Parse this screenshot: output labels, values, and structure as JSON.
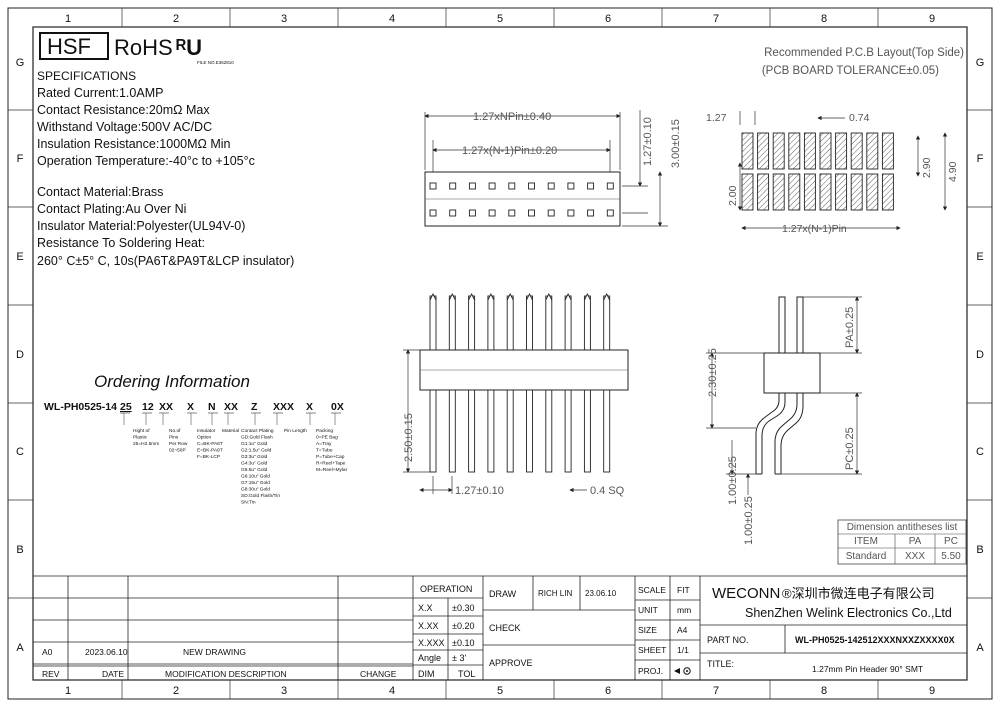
{
  "border": {
    "columns": [
      "1",
      "2",
      "3",
      "4",
      "5",
      "6",
      "7",
      "8",
      "9"
    ],
    "rows": [
      "G",
      "F",
      "E",
      "D",
      "C",
      "B",
      "A"
    ]
  },
  "logos": {
    "hsf": "HSF",
    "rohs": "RoHS",
    "ul": "ᴿU",
    "file_no": "FILE NO.E362810"
  },
  "specs": {
    "heading": "SPECIFICATIONS",
    "lines": [
      "Rated Current:1.0AMP",
      "Contact Resistance:20mΩ Max",
      "Withstand Voltage:500V AC/DC",
      "Insulation Resistance:1000MΩ Min",
      "Operation Temperature:-40°c to +105°c",
      "Contact Material:Brass",
      "Contact Plating:Au Over Ni",
      "Insulator Material:Polyester(UL94V-0)",
      "Resistance To Soldering Heat:",
      "260° C±5° C, 10s(PA6T&PA9T&LCP insulator)"
    ]
  },
  "pcb": {
    "title": "Recommended P.C.B Layout(Top Side)",
    "subtitle": "(PCB BOARD TOLERANCE±0.05)",
    "dims": [
      "1.27",
      "0.74",
      "2.90",
      "4.90",
      "2.00",
      "1.27x(N-1)Pin"
    ]
  },
  "top_view": {
    "dims": [
      "1.27xNPin±0.40",
      "1.27x(N-1)Pin±0.20",
      "1.27±0.10",
      "3.00±0.15"
    ]
  },
  "front_view": {
    "dims": [
      "2.50±0.15",
      "1.27±0.10",
      "0.4 SQ"
    ]
  },
  "side_view": {
    "dims": [
      "PA±0.25",
      "2.30±0.25",
      "PC±0.25",
      "1.00±0.25",
      "1.00±0.25"
    ]
  },
  "ordering": {
    "title": "Ordering Information",
    "code": [
      "WL-PH0525-14",
      "25",
      "12",
      "XX",
      "X",
      "N",
      "XX",
      "Z",
      "XXX",
      "X",
      "0X"
    ],
    "desc": {
      "height": [
        "Hight of",
        "Plastic",
        "25=H2.5mm"
      ],
      "pins": [
        "No.of",
        "Pins",
        "Per Row",
        "02~50P"
      ],
      "insulator": [
        "Insulator",
        "Option",
        "C=BK-PA6T",
        "E=BK-PA9T",
        "F=BK-LCP"
      ],
      "material": [
        "Material"
      ],
      "plating": [
        "Contact Plating",
        "GD:Gold Flash",
        "G1:1u\" Gold",
        "G2:1.5u\" Gold",
        "G3:3u\" Gold",
        "G4:3u\" Gold",
        "G5:5u\" Gold",
        "G6:10u\" Gold",
        "G7:15u\" Gold",
        "G8:30u\" Gold",
        "SD:Gold Flash/Tin",
        "SN:Tin"
      ],
      "length": [
        "Pin Length"
      ],
      "packing": [
        "Packing",
        "0=PE Bag",
        "A=Tray",
        "T=Tube",
        "P=Tube+Cap",
        "R=Reel+Tape",
        "M=Reel+Mylar"
      ]
    }
  },
  "dim_list": {
    "title": "Dimension antitheses list",
    "headers": [
      "ITEM",
      "PA",
      "PC"
    ],
    "row": [
      "Standard",
      "XXX",
      "5.50"
    ]
  },
  "title_block": {
    "operation": "OPERATION",
    "tolerances": [
      [
        "X.X",
        "±0.30"
      ],
      [
        "X.XX",
        "±0.20"
      ],
      [
        "X.XXX",
        "±0.10"
      ],
      [
        "Angle",
        "± 3'"
      ]
    ],
    "dim": "DIM",
    "tol": "TOL",
    "draw": "DRAW",
    "check": "CHECK",
    "approve": "APPROVE",
    "drawer": "RICH LIN",
    "draw_date": "23.06.10",
    "scale_label": "SCALE",
    "scale": "FIT",
    "unit_label": "UNIT",
    "unit": "mm",
    "size_label": "SIZE",
    "size": "A4",
    "sheet_label": "SHEET",
    "sheet": "1/1",
    "proj_label": "PROJ.",
    "company_en": "WECONN",
    "company_cn": "®深圳市微连电子有限公司",
    "company_full": "ShenZhen Welink Electronics Co.,Ltd",
    "part_no_label": "PART NO.",
    "part_no": "WL-PH0525-142512XXXNXXZXXXX0X",
    "title_label": "TITLE:",
    "title": "1.27mm Pin Header 90° SMT"
  },
  "revision": {
    "rev": "A0",
    "date": "2023.06.10",
    "desc": "NEW DRAWING",
    "headers": [
      "REV",
      "DATE",
      "MODIFICATION DESCRIPTION",
      "CHANGE"
    ]
  }
}
